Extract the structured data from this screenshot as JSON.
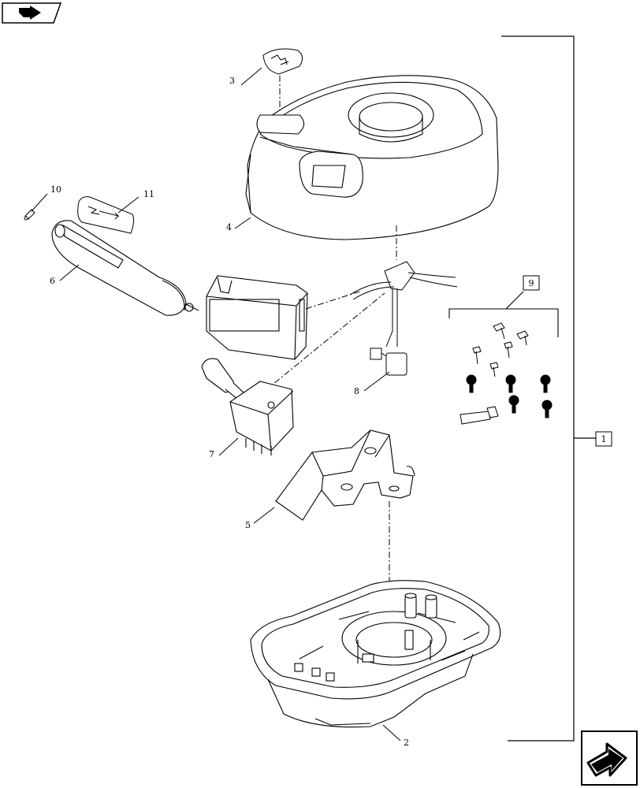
{
  "navigation": {
    "back_icon": "back-arrow-icon",
    "next_icon": "next-arrow-icon"
  },
  "callouts": [
    {
      "id": "3",
      "text": "3"
    },
    {
      "id": "4",
      "text": "4"
    },
    {
      "id": "10",
      "text": "10"
    },
    {
      "id": "11",
      "text": "11"
    },
    {
      "id": "6",
      "text": "6"
    },
    {
      "id": "8",
      "text": "8"
    },
    {
      "id": "7",
      "text": "7"
    },
    {
      "id": "5",
      "text": "5"
    },
    {
      "id": "2",
      "text": "2"
    }
  ],
  "boxed_callouts": [
    {
      "id": "9",
      "text": "9"
    },
    {
      "id": "1",
      "text": "1"
    }
  ]
}
